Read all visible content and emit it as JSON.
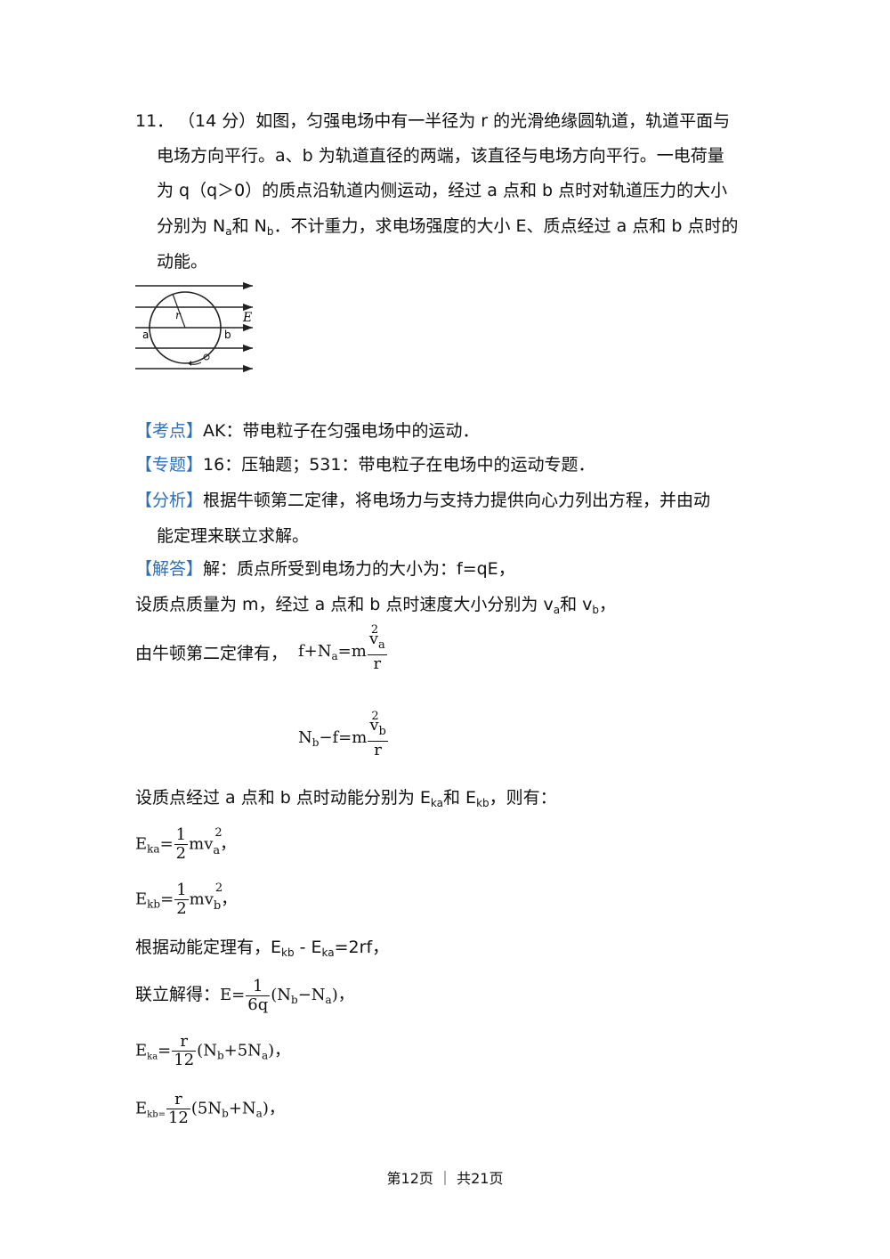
{
  "problem": {
    "number": "11．",
    "lines": [
      "（14 分）如图，匀强电场中有一半径为 r 的光滑绝缘圆轨道，轨道平面与",
      "电场方向平行。a、b 为轨道直径的两端，该直径与电场方向平行。一电荷量",
      "为 q（q＞0）的质点沿轨道内侧运动，经过 a 点和 b 点时对轨道压力的大小",
      "分别为 N",
      "动能。"
    ],
    "line4_parts": [
      "分别为 N",
      "a",
      "和 N",
      "b",
      "．不计重力，求电场强度的大小 E、质点经过 a 点和 b 点时的"
    ]
  },
  "figure": {
    "labels": {
      "r": "r",
      "E": "E",
      "a": "a",
      "b": "b"
    }
  },
  "analysis": {
    "kaodian_tag": "【考点】",
    "kaodian_text": "AK：带电粒子在匀强电场中的运动．",
    "zhuanti_tag": "【专题】",
    "zhuanti_text": "16：压轴题；531：带电粒子在电场中的运动专题．",
    "fenxi_tag": "【分析】",
    "fenxi_line1": "根据牛顿第二定律，将电场力与支持力提供向心力列出方程，并由动",
    "fenxi_line2": "能定理来联立求解。",
    "jieda_tag": "【解答】",
    "jieda_text": "解：质点所受到电场力的大小为：f=qE，"
  },
  "solution": {
    "line_mass": [
      "设质点质量为 m，经过 a 点和 b 点时速度大小分别为 v",
      "a",
      "和 v",
      "b",
      "，"
    ],
    "newton_label": "由牛顿第二定律有，",
    "eq1_left": "f+N",
    "eq1_sub": "a",
    "eq1_mid": "=m",
    "eq1_num_base": "v",
    "eq1_num_sup": "2",
    "eq1_num_sub": "a",
    "eq1_den": "r",
    "eq2_left": "N",
    "eq2_sub": "b",
    "eq2_mid": "−f=m",
    "eq2_num_base": "v",
    "eq2_num_sup": "2",
    "eq2_num_sub": "b",
    "eq2_den": "r",
    "line_ek": [
      "设质点经过 a 点和 b 点时动能分别为 E",
      "ka",
      "和 E",
      "kb",
      "，则有："
    ],
    "eka": {
      "E": "E",
      "sub": "ka",
      "eq": "=",
      "num": "1",
      "den": "2",
      "mv": "mv",
      "sup": "2",
      "vsub": "a",
      "end": "，"
    },
    "ekb": {
      "E": "E",
      "sub": "kb",
      "eq": "=",
      "num": "1",
      "den": "2",
      "mv": "mv",
      "sup": "2",
      "vsub": "b",
      "end": "，"
    },
    "theorem": [
      "根据动能定理有，E",
      "kb",
      " - E",
      "ka",
      "=2rf，"
    ],
    "solve_label": "联立解得：",
    "res_E": {
      "lhs": "E=",
      "num": "1",
      "den": "6q",
      "paren_open": "(N",
      "s1": "b",
      "mid": "−N",
      "s2": "a",
      "close": ")，"
    },
    "res_Eka": {
      "lhs_E": "E",
      "lhs_sub": "ka",
      "eq": "=",
      "num": "r",
      "den": "12",
      "paren_open": "(N",
      "s1": "b",
      "mid": "+5N",
      "s2": "a",
      "close": ")，"
    },
    "res_Ekb": {
      "lhs_E": "E",
      "lhs_sub": "kb=",
      "num": "r",
      "den": "12",
      "paren_open": "(5N",
      "s1": "b",
      "mid": "+N",
      "s2": "a",
      "close": ")，"
    }
  },
  "footer": "第12页 ｜ 共21页"
}
